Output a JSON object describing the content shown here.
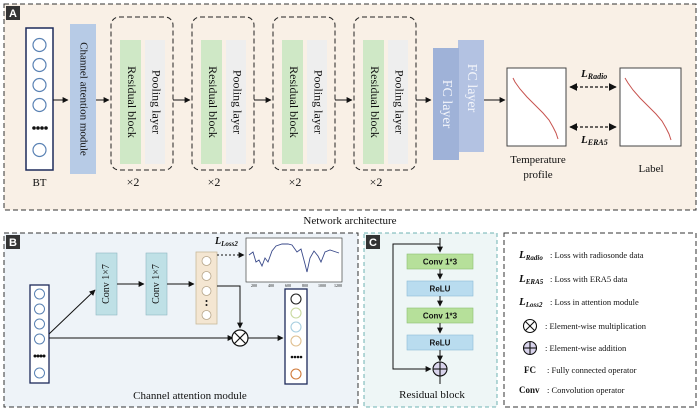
{
  "panels": {
    "a_letter": "A",
    "b_letter": "B",
    "c_letter": "C",
    "a_caption": "Network architecture",
    "b_caption": "Channel attention module",
    "c_caption": "Residual block"
  },
  "panel_a": {
    "input_label": "BT",
    "cam_label": "Channel attention module",
    "stages": [
      {
        "residual": "Residual block",
        "pooling": "Pooling layer",
        "repeat": "×2"
      },
      {
        "residual": "Residual block",
        "pooling": "Pooling layer",
        "repeat": "×2"
      },
      {
        "residual": "Residual block",
        "pooling": "Pooling layer",
        "repeat": "×2"
      },
      {
        "residual": "Residual block",
        "pooling": "Pooling layer",
        "repeat": "×2"
      }
    ],
    "fc1": "FC layer",
    "fc2": "FC layer",
    "temp_profile_line1": "Temperature",
    "temp_profile_line2": "profile",
    "label_text": "Label",
    "loss_radio_main": "L",
    "loss_radio_sub": "Radio",
    "loss_era5_main": "L",
    "loss_era5_sub": "ERA5"
  },
  "panel_b": {
    "conv1": "Conv 1×7",
    "conv2": "Conv 1×7",
    "loss2_main": "L",
    "loss2_sub": "Loss2",
    "plot_xticks": [
      "200",
      "400",
      "600",
      "800",
      "1000",
      "1200"
    ]
  },
  "panel_c": {
    "layers": [
      "Conv 1*3",
      "ReLU",
      "Conv 1*3",
      "ReLU"
    ]
  },
  "legend": {
    "items": [
      {
        "sym_main": "L",
        "sym_sub": "Radio",
        "desc": ": Loss with radiosonde data"
      },
      {
        "sym_main": "L",
        "sym_sub": "ERA5",
        "desc": ": Loss with ERA5 data"
      },
      {
        "sym_main": "L",
        "sym_sub": "Loss2",
        "desc": ": Loss in attention module"
      },
      {
        "sym_main": "",
        "sym_sub": "",
        "desc": ": Element-wise multiplication"
      },
      {
        "sym_main": "",
        "sym_sub": "",
        "desc": ": Element-wise addition"
      },
      {
        "sym_main": "FC",
        "sym_sub": "",
        "desc": ": Fully connected operator"
      },
      {
        "sym_main": "Conv",
        "sym_sub": "",
        "desc": ": Convolution operator"
      }
    ]
  },
  "colors": {
    "panel_a_bg": "#f9f0e6",
    "panel_b_bg": "#eef3f8",
    "panel_c_bg": "#eef6f6",
    "cam_blue": "#b7cbe6",
    "residual_green": "#cfe8c6",
    "pooling_gray": "#eeeeee",
    "fc_blue": "#9fb2d8",
    "conv_teal": "#bfe0e6",
    "c_green": "#b6e09a",
    "c_blue": "#b9dcef",
    "curve_red": "#c7534f"
  }
}
